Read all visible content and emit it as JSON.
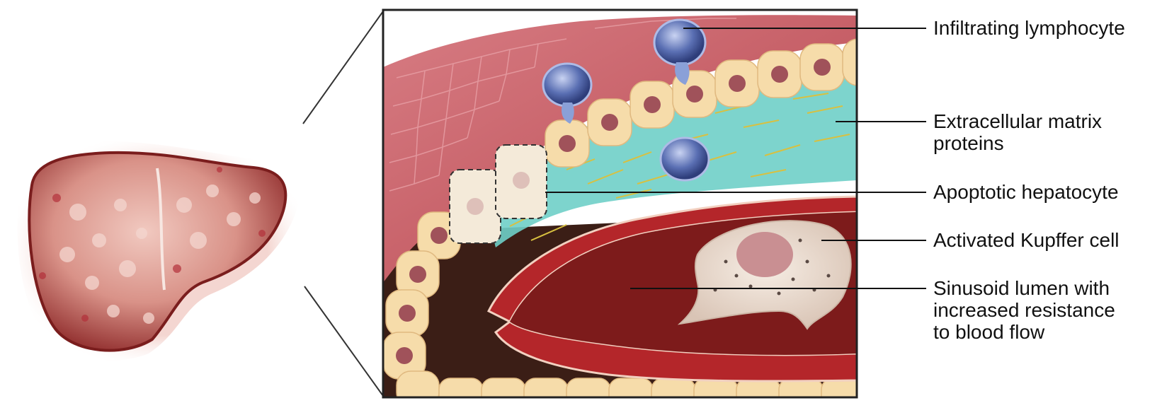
{
  "figure": {
    "labels": [
      {
        "id": "lymphocyte",
        "text": "Infiltrating lymphocyte"
      },
      {
        "id": "ecm",
        "line1": "Extracellular matrix",
        "line2": "proteins"
      },
      {
        "id": "apoptotic",
        "text": "Apoptotic hepatocyte"
      },
      {
        "id": "kupffer",
        "text": "Activated Kupffer cell"
      },
      {
        "id": "sinusoid",
        "line1": "Sinusoid lumen with",
        "line2": "increased resistance",
        "line3": "to blood flow"
      }
    ]
  },
  "colors": {
    "liver_tissue": "#c9575f",
    "hepatocyte": "#f6dcaa",
    "nucleus": "#a0525a",
    "lymphocyte": "#4f64a8",
    "ecm": "#6fcfc8",
    "fibers": "#d8c040",
    "endothelium": "#b4262a",
    "kupffer": "#ece0d6"
  }
}
